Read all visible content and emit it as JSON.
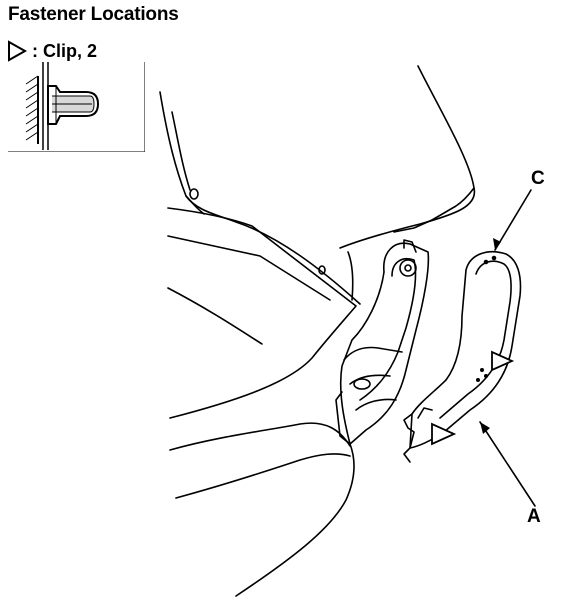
{
  "title": "Fastener Locations",
  "legend": {
    "icon": "clip-triangle-icon",
    "text": ": Clip, 2"
  },
  "callouts": {
    "c": "C",
    "a": "A"
  }
}
